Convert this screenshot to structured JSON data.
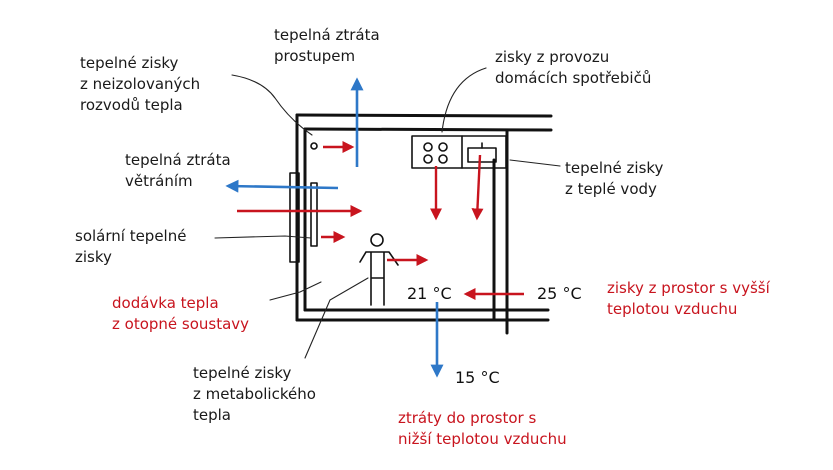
{
  "labels": {
    "transmission_loss": "tepelná ztráta\nprostupem",
    "uninsulated_gains": "tepelné zisky\nz neizolovaných\nrozvodů tepla",
    "appliance_gains": "zisky z provozu\ndomácích spotřebičů",
    "ventilation_loss": "tepelná ztráta\nvětráním",
    "hot_water_gains": "tepelné zisky\nz teplé vody",
    "solar_gains": "solární tepelné\nzisky",
    "heating_supply": "dodávka tepla\nz otopné soustavy",
    "metabolic_gains": "tepelné zisky\nz metabolického\ntepla",
    "warmer_space_gains": "zisky z prostor s vyšší\nteplotou vzduchu",
    "cooler_space_losses": "ztráty do prostor s\nnižší teplotou vzduchu"
  },
  "temperatures": {
    "room": "21 °C",
    "adjacent_warm": "25 °C",
    "adjacent_cold": "15 °C"
  },
  "colors": {
    "gain": "#c8141e",
    "loss": "#2e78c8",
    "outline": "#111111"
  }
}
